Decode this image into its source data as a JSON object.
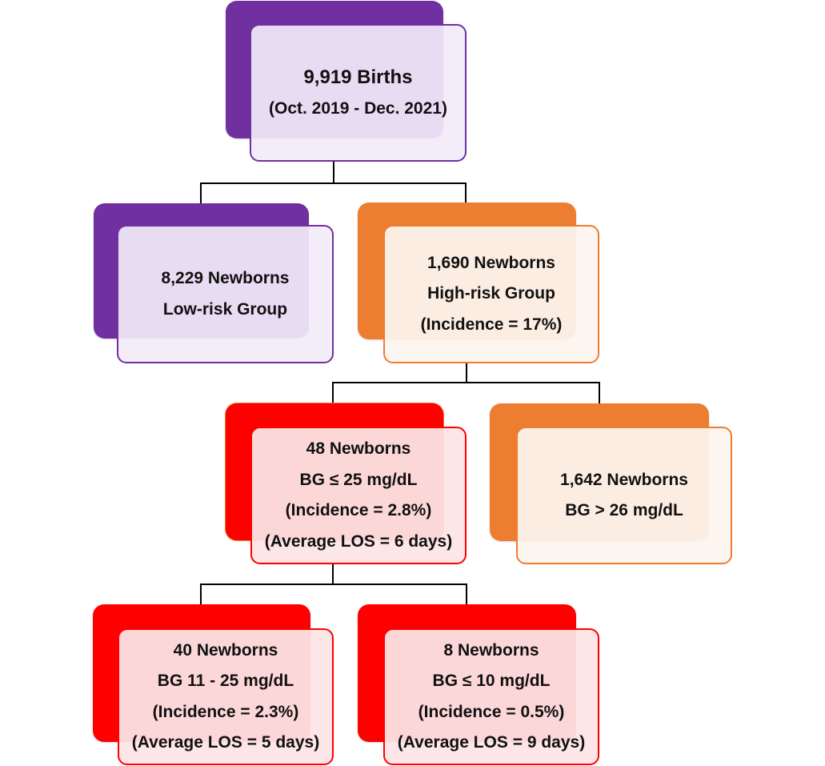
{
  "colors": {
    "purple": "#7030a0",
    "purple_fill": "rgba(242, 236, 250, 0.92)",
    "orange": "#ed7d31",
    "orange_fill": "rgba(253, 244, 238, 0.94)",
    "red": "#ff0000",
    "red_fill": "rgba(252, 228, 230, 0.94)",
    "connector": "#000000"
  },
  "nodes": {
    "births": {
      "color": "purple",
      "lines": [
        "9,919 Births",
        "(Oct. 2019 - Dec. 2021)"
      ]
    },
    "low_risk": {
      "color": "purple",
      "lines": [
        "8,229 Newborns",
        "Low-risk Group"
      ]
    },
    "high_risk": {
      "color": "orange",
      "lines": [
        "1,690 Newborns",
        "High-risk Group",
        "(Incidence = 17%)"
      ]
    },
    "bg_le_25": {
      "color": "red",
      "lines": [
        "48 Newborns",
        "BG ≤ 25 mg/dL",
        "(Incidence = 2.8%)",
        "(Average LOS = 6 days)"
      ]
    },
    "bg_gt_26": {
      "color": "orange",
      "lines": [
        "1,642 Newborns",
        "BG > 26 mg/dL"
      ]
    },
    "bg_11_25": {
      "color": "red",
      "lines": [
        "40 Newborns",
        "BG 11 - 25 mg/dL",
        "(Incidence = 2.3%)",
        "(Average LOS = 5 days)"
      ]
    },
    "bg_le_10": {
      "color": "red",
      "lines": [
        "8 Newborns",
        "BG ≤ 10 mg/dL",
        "(Incidence = 0.5%)",
        "(Average LOS = 9 days)"
      ]
    }
  }
}
